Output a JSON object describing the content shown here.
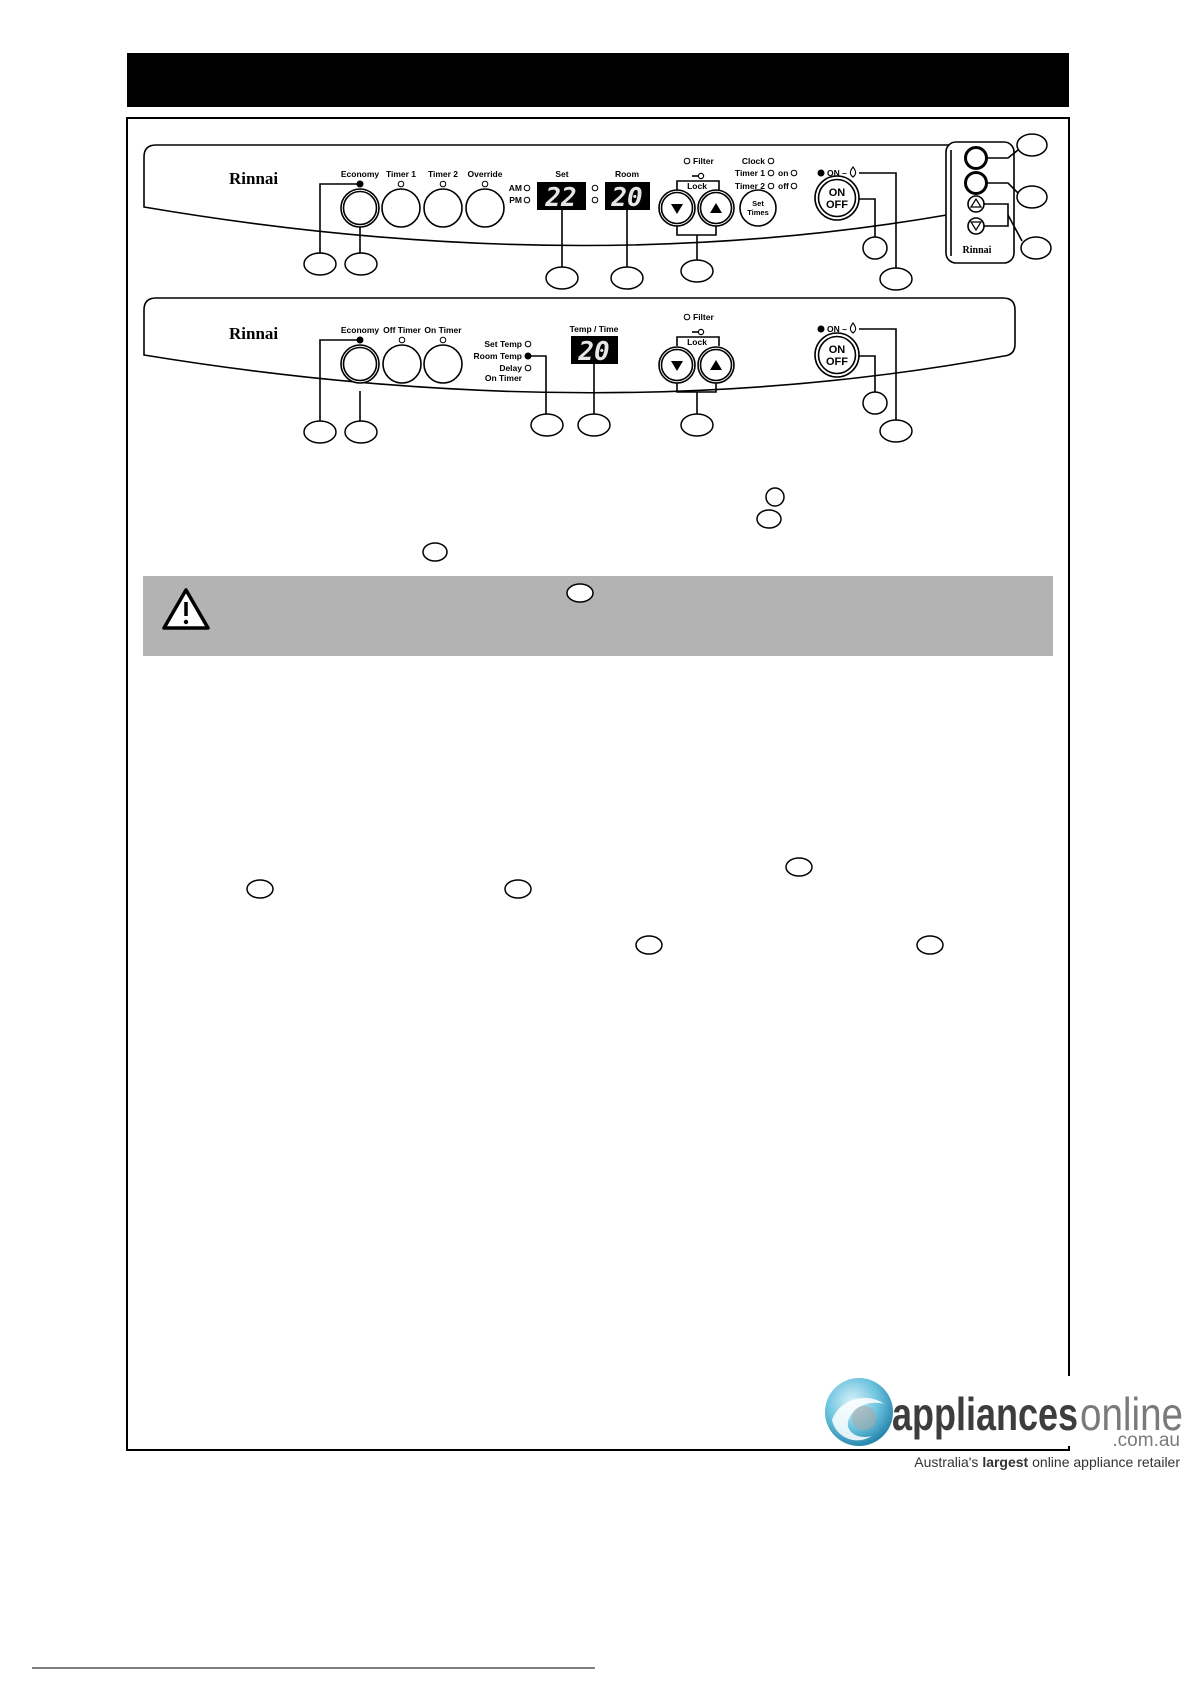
{
  "colors": {
    "header_bar": "#000000",
    "warning_box": "#b3b3b3",
    "display_bg": "#000000",
    "display_digits": "#e6e6e6",
    "logo_teal": "#2b9cc4",
    "logo_text_dark": "#3d3d3d",
    "logo_text_light": "#7a7a7a"
  },
  "icons": [
    "key-icon",
    "down-arrow-icon",
    "up-arrow-icon",
    "flame-icon",
    "warning-icon",
    "logo-swirl-icon"
  ],
  "panel_top": {
    "brand": "Rinnai",
    "economy": "Economy",
    "timer_1": "Timer 1",
    "timer_2": "Timer 2",
    "override": "Override",
    "am": "AM",
    "pm": "PM",
    "set_label": "Set",
    "set_display": "22",
    "room_label": "Room",
    "room_display": "20",
    "filter": "Filter",
    "lock": "Lock",
    "clock": "Clock",
    "clock_timer_1": "Timer 1",
    "clock_timer_2": "Timer 2",
    "on": "on",
    "off": "off",
    "set_times_line1": "Set",
    "set_times_line2": "Times",
    "on_indicator": "ON –",
    "on_off_line1": "ON",
    "on_off_line2": "OFF"
  },
  "remote": {
    "brand": "Rinnai"
  },
  "panel_bottom": {
    "brand": "Rinnai",
    "economy": "Economy",
    "off_timer": "Off Timer",
    "on_timer": "On Timer",
    "set_temp": "Set Temp",
    "room_temp": "Room Temp",
    "delay": "Delay",
    "delay_on_timer": "On Timer",
    "temp_time_label": "Temp / Time",
    "display": "20",
    "filter": "Filter",
    "lock": "Lock",
    "on_indicator": "ON –",
    "on_off_line1": "ON",
    "on_off_line2": "OFF"
  },
  "logo": {
    "name_bold": "appliances",
    "name_light": "online",
    "domain": ".com.au",
    "tagline_pre": "Australia's ",
    "tagline_bold": "largest",
    "tagline_post": " online appliance retailer"
  }
}
